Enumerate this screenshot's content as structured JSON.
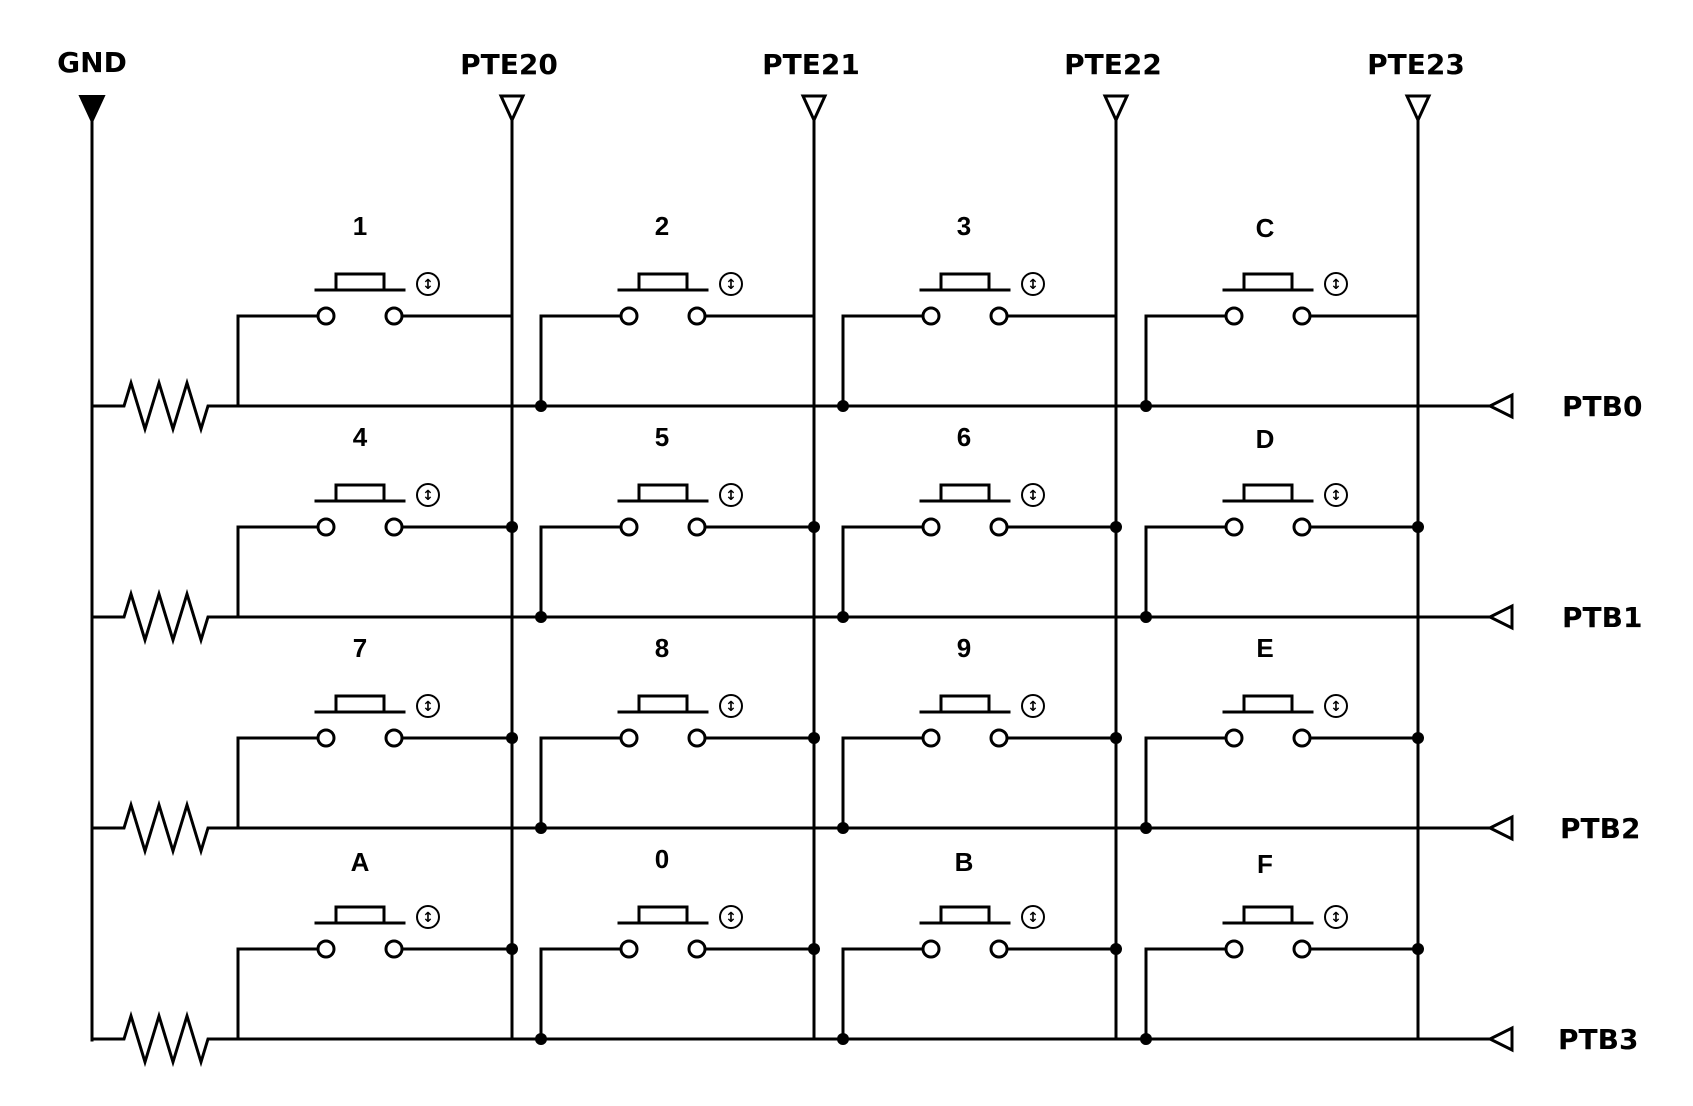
{
  "gnd_label": "GND",
  "columns": [
    {
      "label": "PTE20"
    },
    {
      "label": "PTE21"
    },
    {
      "label": "PTE22"
    },
    {
      "label": "PTE23"
    }
  ],
  "rows": [
    {
      "label": "PTB0",
      "keys": [
        "1",
        "2",
        "3",
        "C"
      ]
    },
    {
      "label": "PTB1",
      "keys": [
        "4",
        "5",
        "6",
        "D"
      ]
    },
    {
      "label": "PTB2",
      "keys": [
        "7",
        "8",
        "9",
        "E"
      ]
    },
    {
      "label": "PTB3",
      "keys": [
        "A",
        "0",
        "B",
        "F"
      ]
    }
  ],
  "switch_icon": "↕",
  "icons": {
    "ground": "ground-arrow-icon",
    "column_input": "input-arrow-down-icon",
    "row_input": "input-arrow-left-icon",
    "resistor": "resistor-icon",
    "switch": "pushbutton-switch-icon",
    "switch_action": "up-down-arrow-icon"
  },
  "colors": {
    "line": "#000000",
    "background": "#ffffff"
  }
}
